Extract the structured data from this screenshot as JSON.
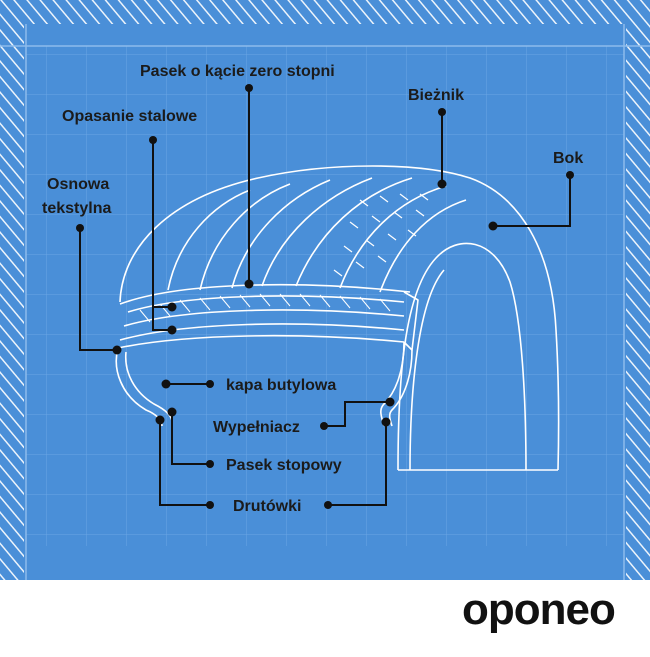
{
  "labels": {
    "zero_degree_belt": "Pasek o kącie zero stopni",
    "tread": "Bieżnik",
    "steel_belts": "Opasanie stalowe",
    "sidewall": "Bok",
    "textile_carcass_line1": "Osnowa",
    "textile_carcass_line2": "tekstylna",
    "butyl_liner": "kapa butylowa",
    "bead_filler": "Wypełniacz",
    "bead_strip": "Pasek stopowy",
    "bead_wires": "Drutówki"
  },
  "brand": {
    "logo_text": "oponeo"
  },
  "colors": {
    "blueprint_background": "#4a8fd8",
    "grid_line": "#6aa6e4",
    "tire_outline": "#ffffff",
    "leader_line": "#111111",
    "footer_background": "#ffffff"
  }
}
